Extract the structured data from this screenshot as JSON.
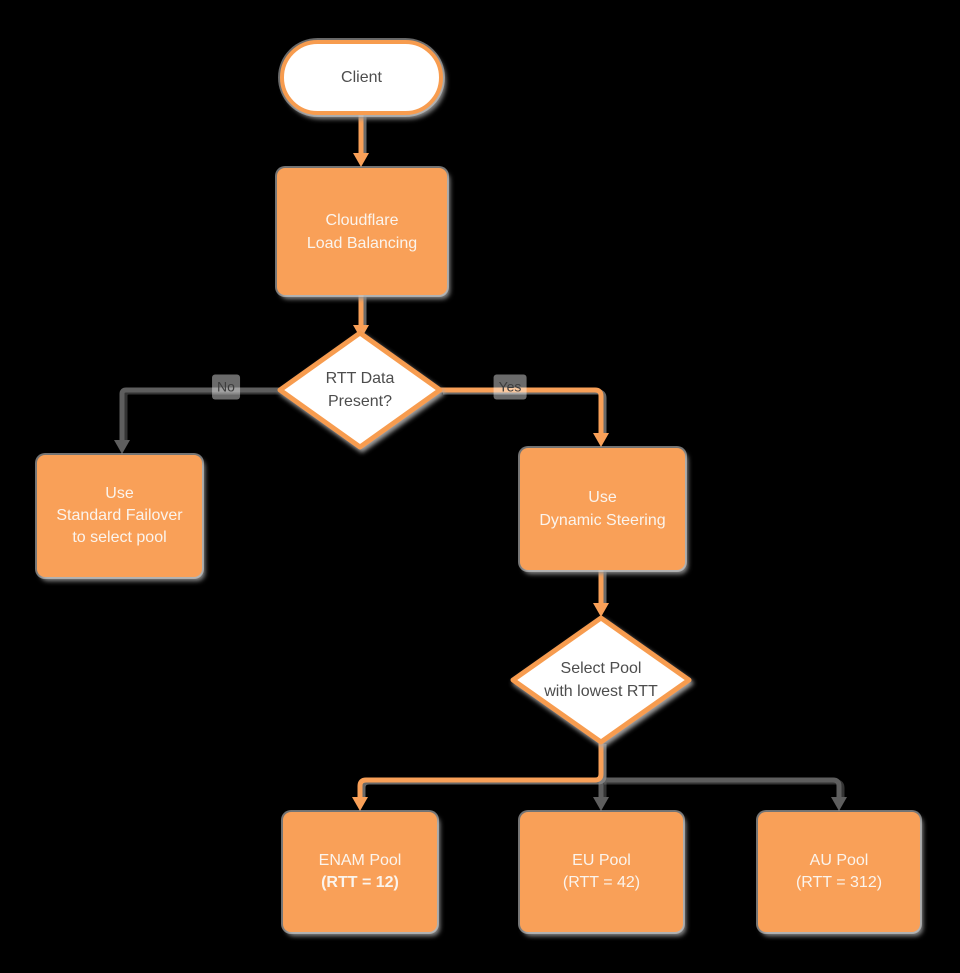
{
  "diagram": {
    "title": "Cloudflare Load Balancing RTT steering flowchart",
    "colors": {
      "background": "#000000",
      "node_fill_orange": "#F9A058",
      "node_border_orange": "#F79C4F",
      "node_text_light": "#FBF4ED",
      "decision_fill": "#FFFFFF",
      "dark_text": "#4D4D4D",
      "gray_connector": "#5E5E5E"
    },
    "nodes": {
      "client": {
        "shape": "terminator",
        "label": "Client"
      },
      "load_balancer": {
        "shape": "process",
        "line1": "Cloudflare",
        "line2": "Load Balancing"
      },
      "rtt_decision": {
        "shape": "decision",
        "line1": "RTT Data",
        "line2": "Present?"
      },
      "standard_failover": {
        "shape": "process",
        "line1": "Use",
        "line2": "Standard Failover",
        "line3": "to select pool"
      },
      "dynamic_steering": {
        "shape": "process",
        "line1": "Use",
        "line2": "Dynamic Steering"
      },
      "select_pool_decision": {
        "shape": "decision",
        "line1": "Select Pool",
        "line2": "with lowest RTT"
      },
      "enam_pool": {
        "shape": "process",
        "line1": "ENAM Pool",
        "line2": "(RTT = 12)"
      },
      "eu_pool": {
        "shape": "process",
        "line1": "EU Pool",
        "line2": "(RTT = 42)"
      },
      "au_pool": {
        "shape": "process",
        "line1": "AU Pool",
        "line2": "(RTT = 312)"
      }
    },
    "edges": {
      "no_label": "No",
      "yes_label": "Yes"
    }
  }
}
